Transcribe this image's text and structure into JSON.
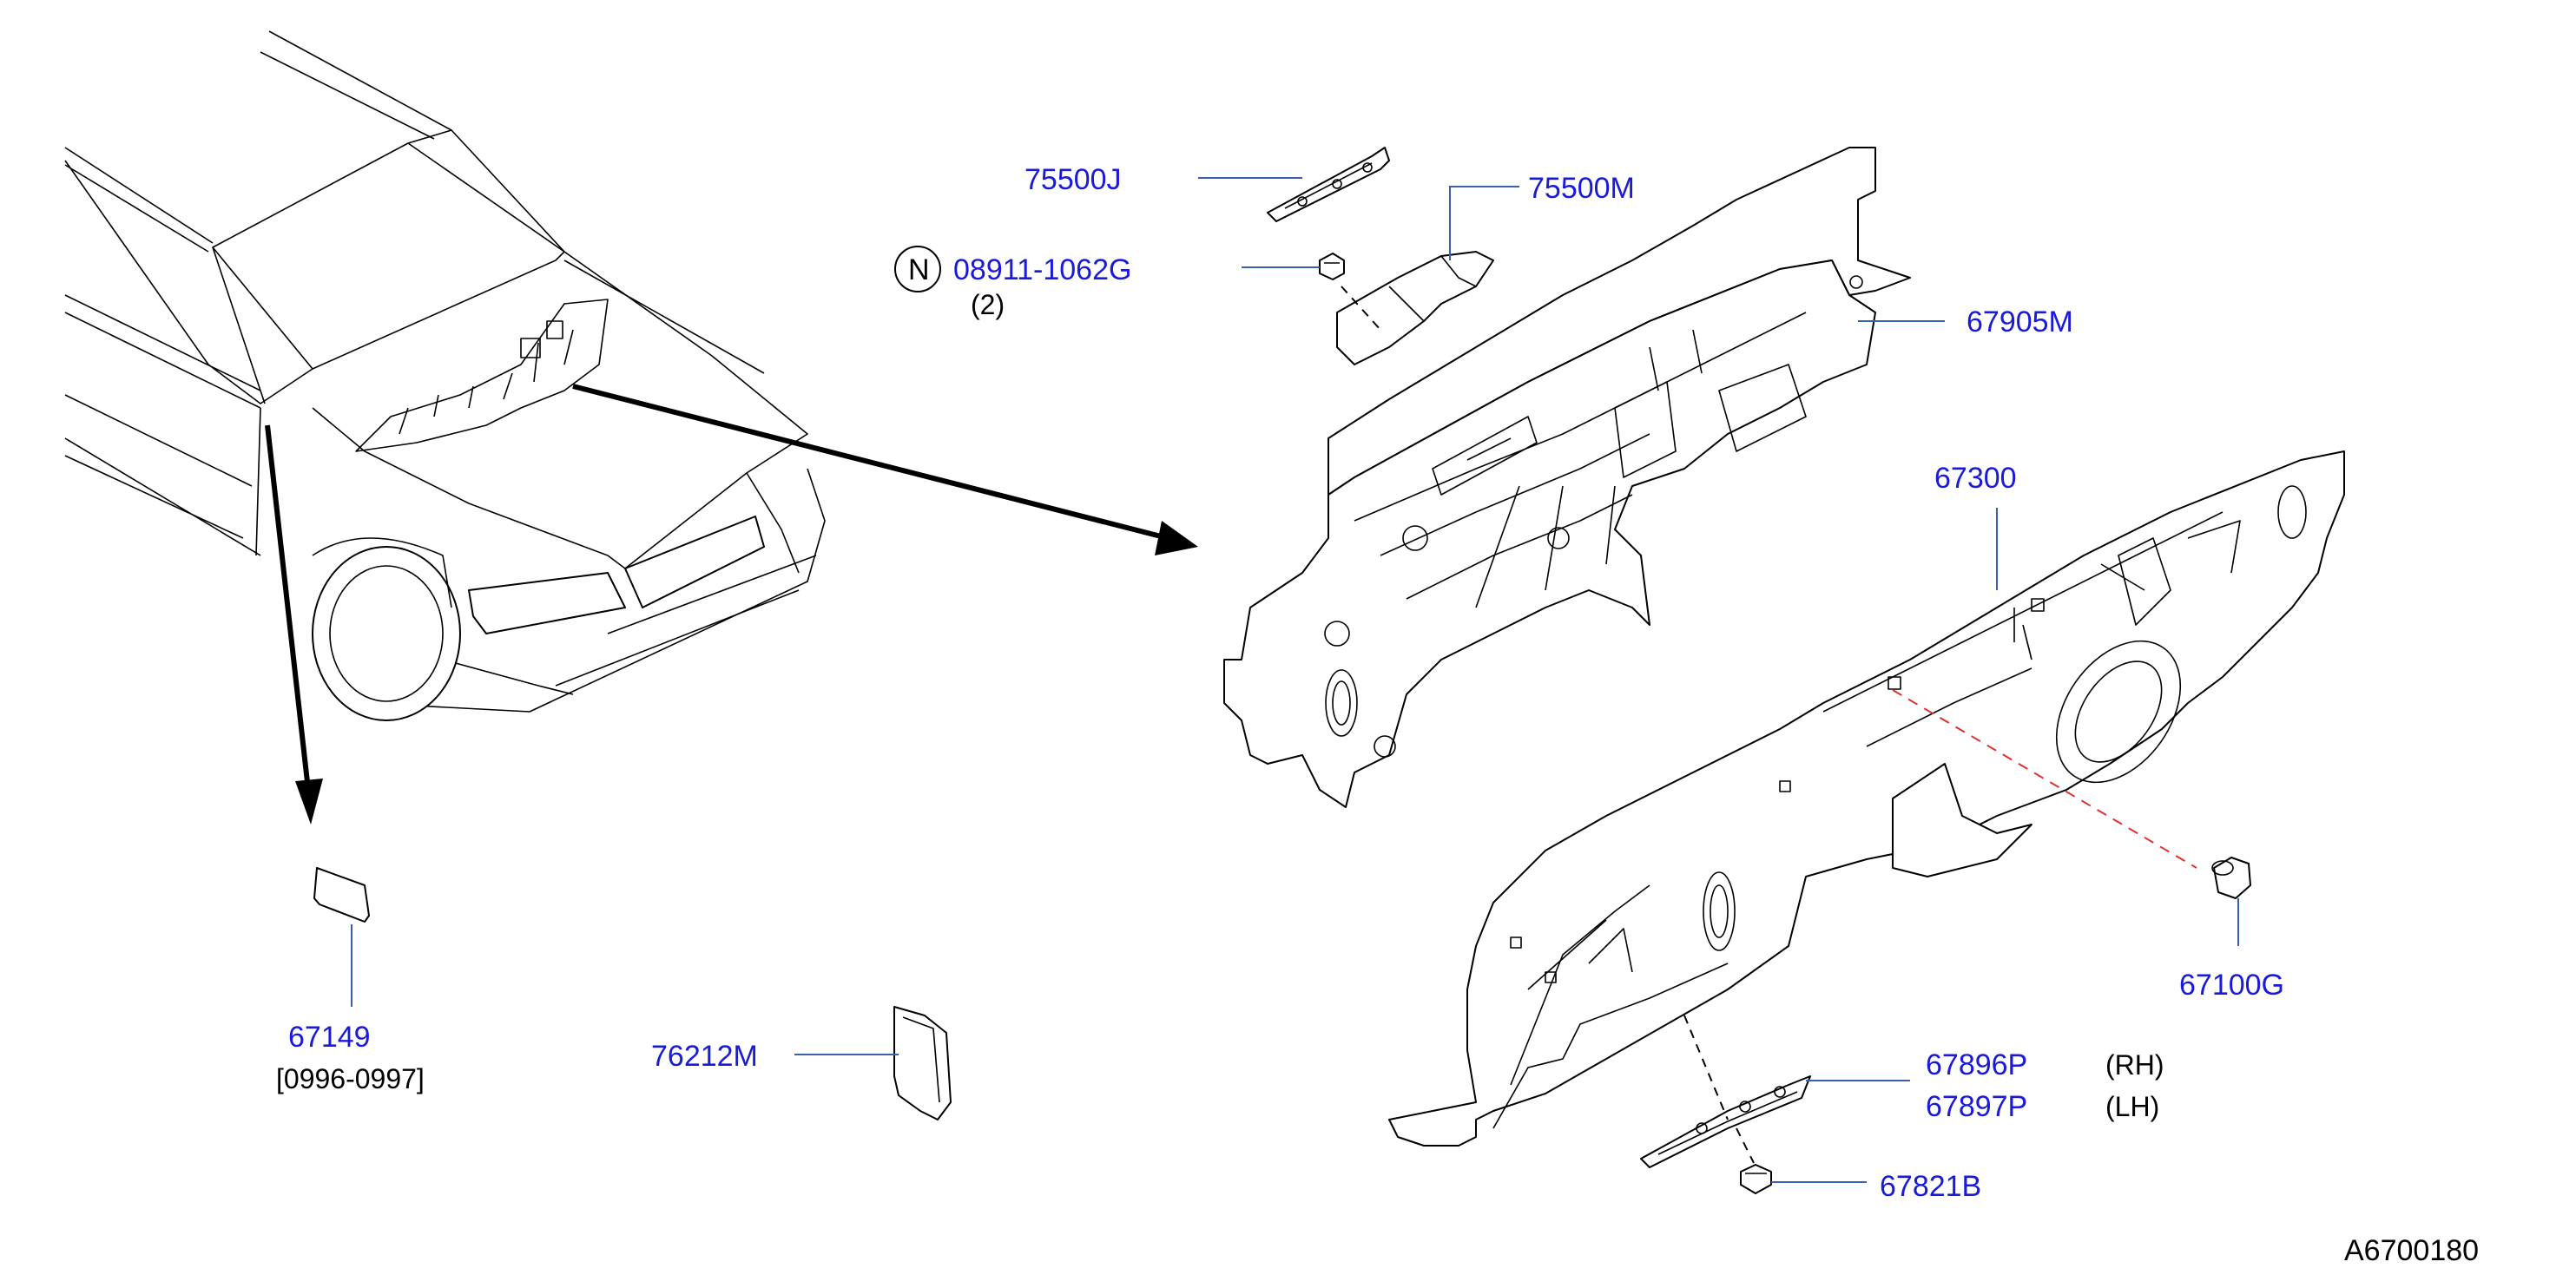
{
  "parts": {
    "p75500j": "75500J",
    "p75500m": "75500M",
    "n_symbol": "N",
    "p08911": "08911-1062G",
    "qty_08911": "(2)",
    "p67905m": "67905M",
    "p67300": "67300",
    "p67100g": "67100G",
    "p67149": "67149",
    "date_67149": "[0996-0997]",
    "p76212m": "76212M",
    "p67896p": "67896P",
    "rh": "(RH)",
    "p67897p": "67897P",
    "lh": "(LH)",
    "p67821b": "67821B"
  },
  "diagram_ref": "A6700180",
  "colors": {
    "label_blue": "#1a1adb",
    "leader_blue": "#3a5fb0",
    "line": "#000000",
    "red_dash": "#e03030"
  }
}
